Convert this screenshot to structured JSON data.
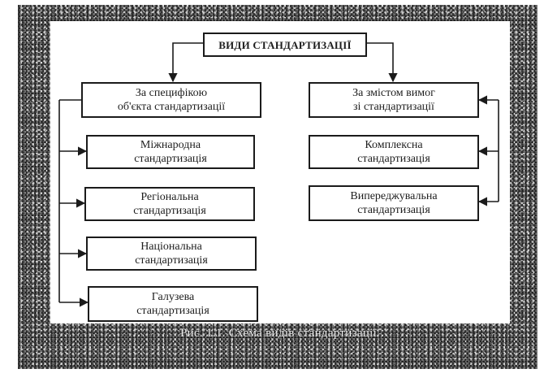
{
  "diagram": {
    "title": "ВИДИ СТАНДАРТИЗАЦІЇ",
    "left_root": {
      "line1": "За специфікою",
      "line2": "об'єкта стандартизації"
    },
    "right_root": {
      "line1": "За змістом вимог",
      "line2": "зі стандартизації"
    },
    "left_items": [
      {
        "line1": "Міжнародна",
        "line2": "стандартизація"
      },
      {
        "line1": "Регіональна",
        "line2": "стандартизація"
      },
      {
        "line1": "Національна",
        "line2": "стандартизація"
      },
      {
        "line1": "Галузева",
        "line2": "стандартизація"
      }
    ],
    "right_items": [
      {
        "line1": "Комплексна",
        "line2": "стандартизація"
      },
      {
        "line1": "Випереджувальна",
        "line2": "стандартизація"
      }
    ]
  },
  "caption": "Рис. 1.1. Схема видів стандартизації",
  "colors": {
    "line": "#1b1b1b",
    "frame": "#7d7d7d",
    "background": "#ffffff"
  }
}
